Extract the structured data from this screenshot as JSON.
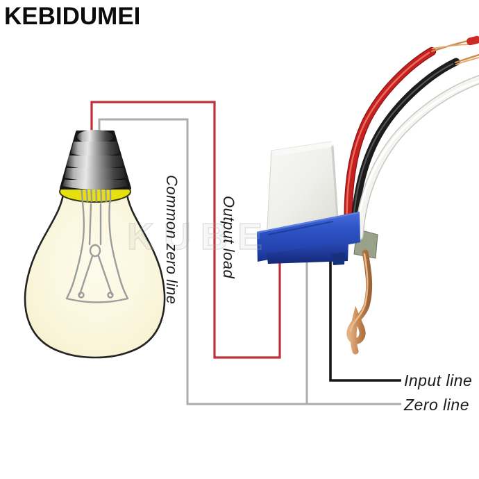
{
  "brand": "KEBIDUMEI",
  "watermark": "KUBE",
  "diagram": {
    "labels": {
      "common_zero_line": "Common zero line",
      "output_load": "Output load",
      "input_line": "Input line",
      "zero_line": "Zero line"
    },
    "colors": {
      "output_load_line": "#bf3138",
      "zero_line": "#ababab",
      "input_line": "#161616",
      "bulb_glow": "#e7e010",
      "device_base_blue": "#2f55c8",
      "red_wire": "#c32120",
      "black_wire": "#1c1c1c",
      "white_wire": "#f4f4f1",
      "copper": "#c98a4e"
    }
  }
}
